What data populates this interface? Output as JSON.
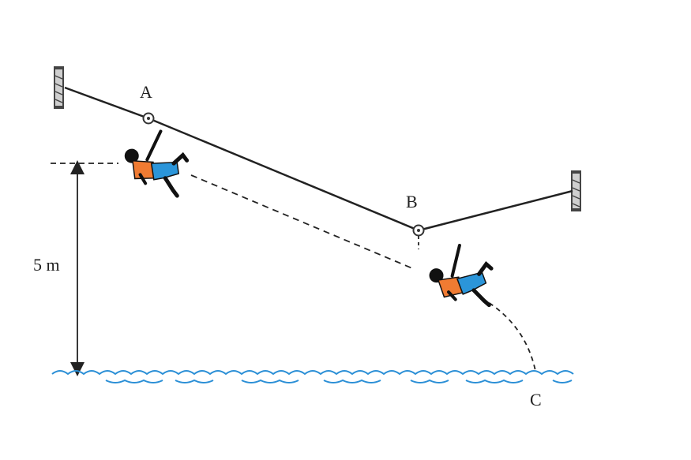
{
  "labels": {
    "point_a": "A",
    "point_b": "B",
    "point_c": "C",
    "height": "5 m"
  },
  "colors": {
    "line": "#222222",
    "water": "#2b8fd6",
    "shirt": "#f07b32",
    "pants": "#2b95d9",
    "skin": "#1a1a1a"
  },
  "icons": [
    "left-post-icon",
    "right-post-icon",
    "pulley-a-icon",
    "pulley-b-icon",
    "person-icon"
  ]
}
